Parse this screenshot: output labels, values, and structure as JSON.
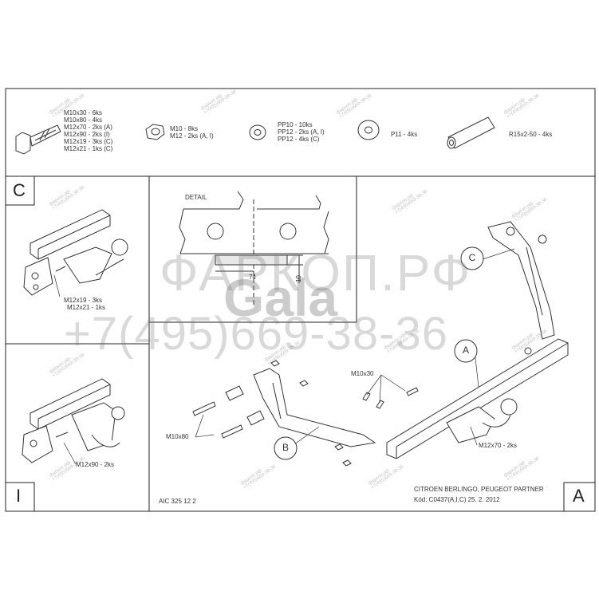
{
  "parts_list": {
    "bolts": [
      "M10x30 - 6ks",
      "M10x80 - 4ks",
      "M12x70 - 2ks (A)",
      "M12x90 - 2ks (I)",
      "M12x19 - 3ks (C)",
      "M12x21 - 1ks (C)"
    ],
    "nuts": [
      "M10 - 8ks",
      "M12 - 2ks (A, I)"
    ],
    "washers": [
      "PP10 - 10ks",
      "PP12 - 2ks (A, I)",
      "PP12 - 4ks (C)"
    ],
    "spring_washer": "P11 - 4ks",
    "spacer": "R15x2-50 - 4ks"
  },
  "panels": {
    "c_letter": "C",
    "i_letter": "I",
    "a_letter": "A",
    "c_bolts": [
      "M12x19 - 3ks",
      "M12x21 - 1ks"
    ],
    "i_bolts": "M12x90 - 2ks"
  },
  "detail": {
    "title": "DETAIL",
    "dim_height": "10",
    "dim_width": "74"
  },
  "main": {
    "callout_a": "A",
    "callout_b": "B",
    "callout_c": "C",
    "label_m10x30": "M10x30",
    "label_m10x80": "M10x80",
    "label_m12x70": "M12x70 - 2ks"
  },
  "footer": {
    "code": "AIC 325 12 2",
    "model": "CITROEN BERLINGO, PEUGEOT PARTNER",
    "kod": "Kód: C0437(A,I,C)  25. 2. 2012"
  },
  "watermark": {
    "site": "ФАРКОП.РФ",
    "brand": "Gala",
    "phone": "+7(495)669-38-36",
    "small": "фаркоп.рф\n+7(495)669-38-36"
  }
}
